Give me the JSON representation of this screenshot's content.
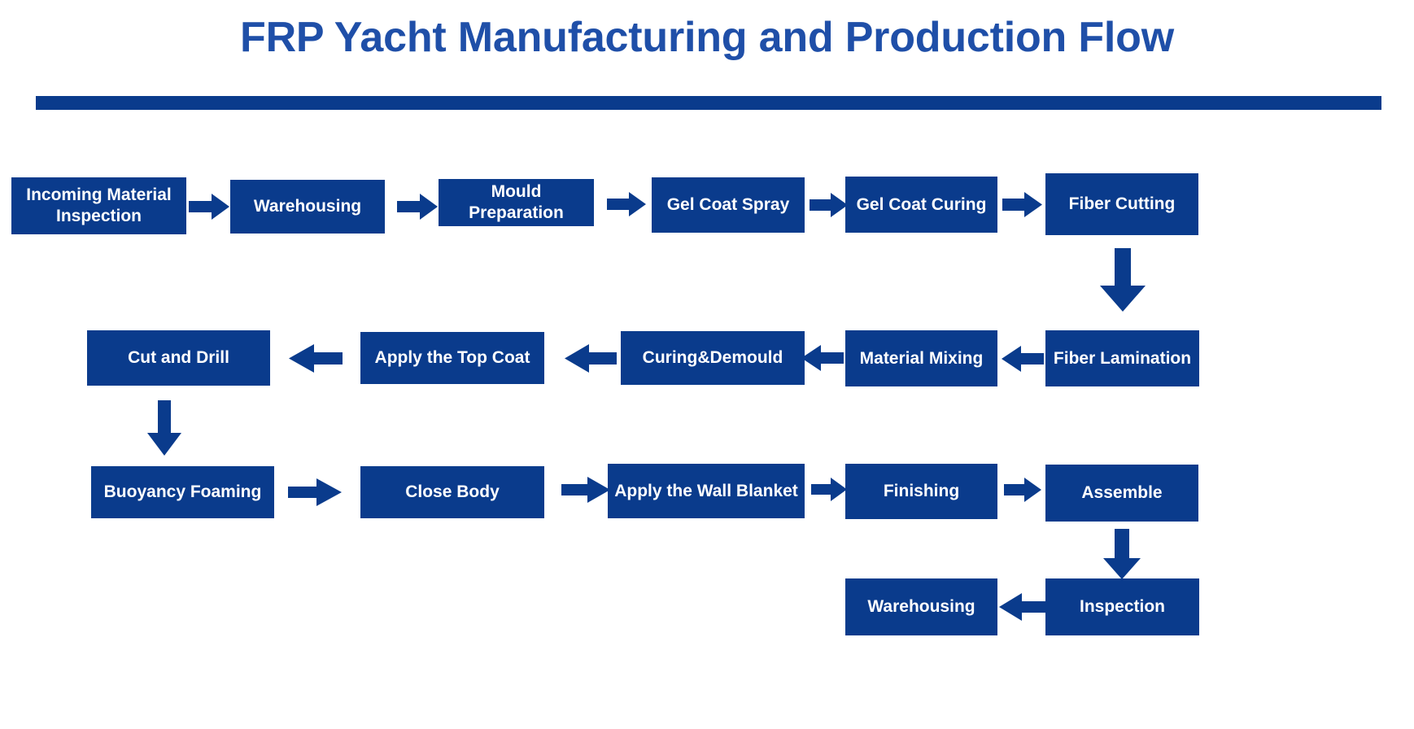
{
  "title": "FRP Yacht Manufacturing and Production Flow",
  "colors": {
    "title_blue": "#1F4FA8",
    "node_blue": "#0A3B8C",
    "arrow_blue": "#0A3B8C",
    "node_text": "#FFFFFF",
    "background": "#FFFFFF"
  },
  "nodes": {
    "incoming_material_inspection": "Incoming Material Inspection",
    "warehousing_1": "Warehousing",
    "mould_preparation": "Mould Preparation",
    "gel_coat_spray": "Gel Coat Spray",
    "gel_coat_curing": "Gel Coat Curing",
    "fiber_cutting": "Fiber Cutting",
    "fiber_lamination": "Fiber Lamination",
    "material_mixing": "Material Mixing",
    "curing_demould": "Curing&Demould",
    "apply_the_top_coat": "Apply the Top Coat",
    "cut_and_drill": "Cut and Drill",
    "buoyancy_foaming": "Buoyancy Foaming",
    "close_body": "Close Body",
    "apply_the_wall_blanket": "Apply the Wall Blanket",
    "finishing": "Finishing",
    "assemble": "Assemble",
    "inspection": "Inspection",
    "warehousing_2": "Warehousing"
  },
  "chart_data": {
    "type": "diagram",
    "diagram_type": "process-flowchart",
    "title": "FRP Yacht Manufacturing and Production Flow",
    "orientation": "serpentine (left-to-right, then right-to-left, then left-to-right)",
    "steps": [
      {
        "order": 1,
        "label": "Incoming Material Inspection",
        "row": 1
      },
      {
        "order": 2,
        "label": "Warehousing",
        "row": 1
      },
      {
        "order": 3,
        "label": "Mould Preparation",
        "row": 1
      },
      {
        "order": 4,
        "label": "Gel Coat Spray",
        "row": 1
      },
      {
        "order": 5,
        "label": "Gel Coat Curing",
        "row": 1
      },
      {
        "order": 6,
        "label": "Fiber Cutting",
        "row": 1
      },
      {
        "order": 7,
        "label": "Fiber Lamination",
        "row": 2
      },
      {
        "order": 8,
        "label": "Material Mixing",
        "row": 2
      },
      {
        "order": 9,
        "label": "Curing&Demould",
        "row": 2
      },
      {
        "order": 10,
        "label": "Apply the Top Coat",
        "row": 2
      },
      {
        "order": 11,
        "label": "Cut and Drill",
        "row": 2
      },
      {
        "order": 12,
        "label": "Buoyancy Foaming",
        "row": 3
      },
      {
        "order": 13,
        "label": "Close Body",
        "row": 3
      },
      {
        "order": 14,
        "label": "Apply the Wall Blanket",
        "row": 3
      },
      {
        "order": 15,
        "label": "Finishing",
        "row": 3
      },
      {
        "order": 16,
        "label": "Assemble",
        "row": 3
      },
      {
        "order": 17,
        "label": "Inspection",
        "row": 4
      },
      {
        "order": 18,
        "label": "Warehousing",
        "row": 4
      }
    ],
    "connections": [
      {
        "from": "Incoming Material Inspection",
        "to": "Warehousing",
        "direction": "right"
      },
      {
        "from": "Warehousing",
        "to": "Mould Preparation",
        "direction": "right"
      },
      {
        "from": "Mould Preparation",
        "to": "Gel Coat Spray",
        "direction": "right"
      },
      {
        "from": "Gel Coat Spray",
        "to": "Gel Coat Curing",
        "direction": "right"
      },
      {
        "from": "Gel Coat Curing",
        "to": "Fiber Cutting",
        "direction": "right"
      },
      {
        "from": "Fiber Cutting",
        "to": "Fiber Lamination",
        "direction": "down"
      },
      {
        "from": "Fiber Lamination",
        "to": "Material Mixing",
        "direction": "left"
      },
      {
        "from": "Material Mixing",
        "to": "Curing&Demould",
        "direction": "left"
      },
      {
        "from": "Curing&Demould",
        "to": "Apply the Top Coat",
        "direction": "left"
      },
      {
        "from": "Apply the Top Coat",
        "to": "Cut and Drill",
        "direction": "left"
      },
      {
        "from": "Cut and Drill",
        "to": "Buoyancy Foaming",
        "direction": "down"
      },
      {
        "from": "Buoyancy Foaming",
        "to": "Close Body",
        "direction": "right"
      },
      {
        "from": "Close Body",
        "to": "Apply the Wall Blanket",
        "direction": "right"
      },
      {
        "from": "Apply the Wall Blanket",
        "to": "Finishing",
        "direction": "right"
      },
      {
        "from": "Finishing",
        "to": "Assemble",
        "direction": "right"
      },
      {
        "from": "Assemble",
        "to": "Inspection",
        "direction": "down"
      },
      {
        "from": "Inspection",
        "to": "Warehousing",
        "direction": "left"
      }
    ]
  }
}
